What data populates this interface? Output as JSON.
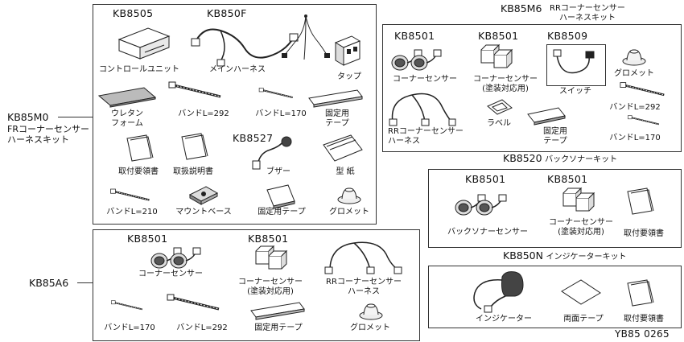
{
  "kit_m0": {
    "id": "KB85M0",
    "title": "FRコーナーセンサー\nハーネスキット",
    "sub_control": "KB8505",
    "sub_harness": "KB850F",
    "sub_buzzer": "KB8527",
    "parts": {
      "control": "コントロールユニット",
      "harness": "メインハーネス",
      "tap": "タップ",
      "urethane": "ウレタン\nフォーム",
      "band292": "バンドL=292",
      "band170": "バンドL=170",
      "tape": "固定用\nテープ",
      "manual_install": "取付要領書",
      "manual_handling": "取扱説明書",
      "buzzer": "ブザー",
      "template": "型 紙",
      "band210": "バンドL=210",
      "mount_base": "マウントベース",
      "tape2": "固定用テープ",
      "grommet": "グロメット"
    }
  },
  "kit_a6": {
    "id": "KB85A6",
    "sub_sensor": "KB8501",
    "sub_sensor_painted": "KB8501",
    "parts": {
      "sensor": "コーナーセンサー",
      "sensor_painted": "コーナーセンサー\n(塗装対応用)",
      "rr_harness": "RRコーナーセンサー\nハーネス",
      "band170": "バンドL=170",
      "band292": "バンドL=292",
      "tape": "固定用テープ",
      "grommet": "グロメット"
    }
  },
  "kit_m6": {
    "id": "KB85M6",
    "title": "RRコーナーセンサー\nハーネスキット",
    "sub_sensor": "KB8501",
    "sub_sensor_painted": "KB8501",
    "sub_switch": "KB8509",
    "parts": {
      "sensor": "コーナーセンサー",
      "sensor_painted": "コーナーセンサー\n(塗装対応用)",
      "switch": "スイッチ",
      "grommet": "グロメット",
      "rr_harness": "RRコーナーセンサー\nハーネス",
      "label": "ラベル",
      "tape": "固定用\nテープ",
      "band292": "バンドL=292",
      "band170": "バンドL=170"
    }
  },
  "kit_8520": {
    "id": "KB8520",
    "title": "バックソナーキット",
    "sub_sensor": "KB8501",
    "sub_sensor_painted": "KB8501",
    "parts": {
      "sensor": "バックソナーセンサー",
      "sensor_painted": "コーナーセンサー\n(塗装対応用)",
      "manual": "取付要領書"
    }
  },
  "kit_850n": {
    "id": "KB850N",
    "title": "インジケーターキット",
    "parts": {
      "indicator": "インジケーター",
      "double_tape": "両面テープ",
      "manual": "取付要領書"
    }
  },
  "figure_id": "YB85 0265"
}
